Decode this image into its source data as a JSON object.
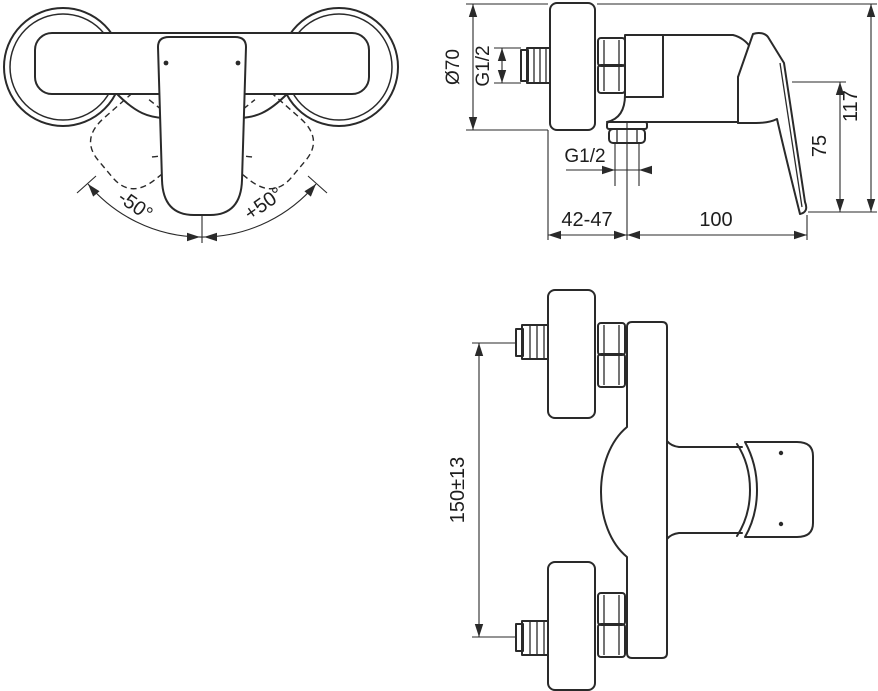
{
  "drawing": {
    "description": "shower mixer technical dimension drawing",
    "line_color": "#2a2a2a",
    "background_color": "#ffffff"
  },
  "front_view": {
    "label_minus": "-50°",
    "label_plus": "+50°"
  },
  "side_view": {
    "escutcheon_diameter": "Ø70",
    "inlet_thread": "G1/2",
    "outlet_thread": "G1/2",
    "wall_to_outlet_center": "42-47",
    "outlet_center_to_handle_tip": "100",
    "handle_projection_height": "75",
    "overall_height": "117"
  },
  "plan_view": {
    "inlet_center_distance": "150±13"
  }
}
